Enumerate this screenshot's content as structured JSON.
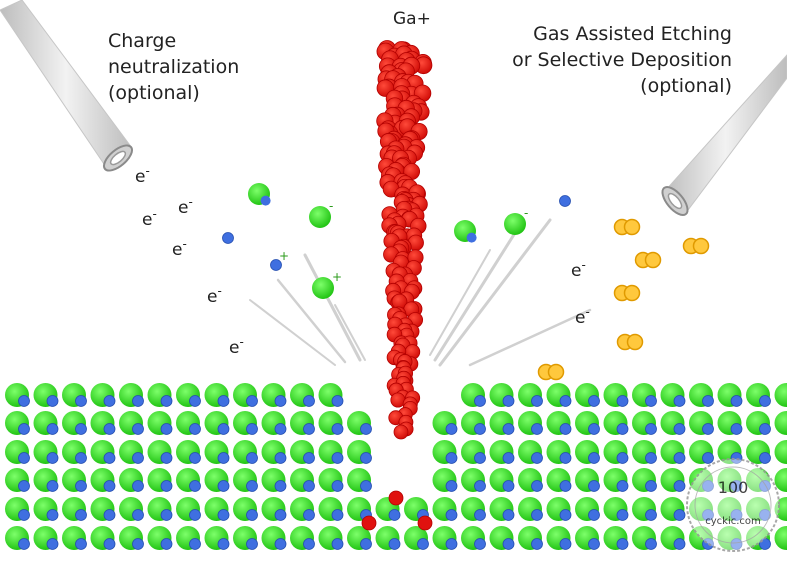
{
  "labels": {
    "ion": "Ga+",
    "left_title": [
      "Charge",
      "neutralization",
      "(optional)"
    ],
    "right_title": [
      "Gas Assisted Etching",
      "or Selective Deposition",
      "(optional)"
    ],
    "electron": "e",
    "electron_sign": "-",
    "ion_minus": "-",
    "ion_plus": "+"
  },
  "colors": {
    "ion_beam": "#e0120f",
    "ion_beam_edge": "#b30000",
    "substrate_green": "#33dd22",
    "substrate_blue": "#3f6fe0",
    "gas_molecule": "#ffc83d",
    "gas_edge": "#e09a00",
    "nozzle": "#d9d9d9"
  },
  "watermark": {
    "number": "100",
    "text": "cyckic.com"
  }
}
